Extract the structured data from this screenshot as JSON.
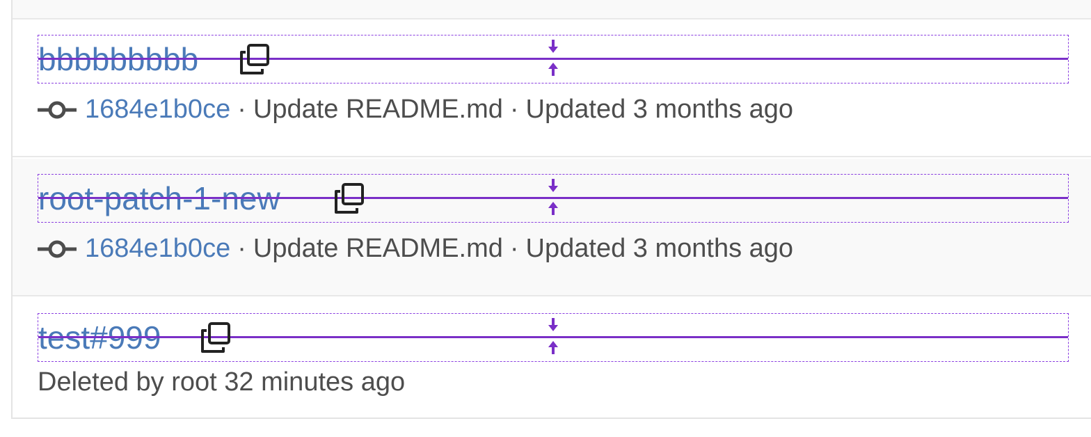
{
  "branches": [
    {
      "name": "bbbbbbbbb",
      "sha": "1684e1b0ce",
      "commit_message": "Update README.md",
      "updated": "Updated 3 months ago"
    },
    {
      "name": "root-patch-1-new",
      "sha": "1684e1b0ce",
      "commit_message": "Update README.md",
      "updated": "Updated 3 months ago"
    },
    {
      "name": "test#999",
      "deleted_text": "Deleted by root 32 minutes ago"
    }
  ],
  "separator": "·",
  "icons": {
    "copy": "copy-icon",
    "commit": "commit-icon",
    "arrow_down": "arrow-down-icon",
    "arrow_up": "arrow-up-icon"
  },
  "colors": {
    "link": "#4a7ab8",
    "guide": "#7a2fc7",
    "text": "#4d4d4d"
  }
}
